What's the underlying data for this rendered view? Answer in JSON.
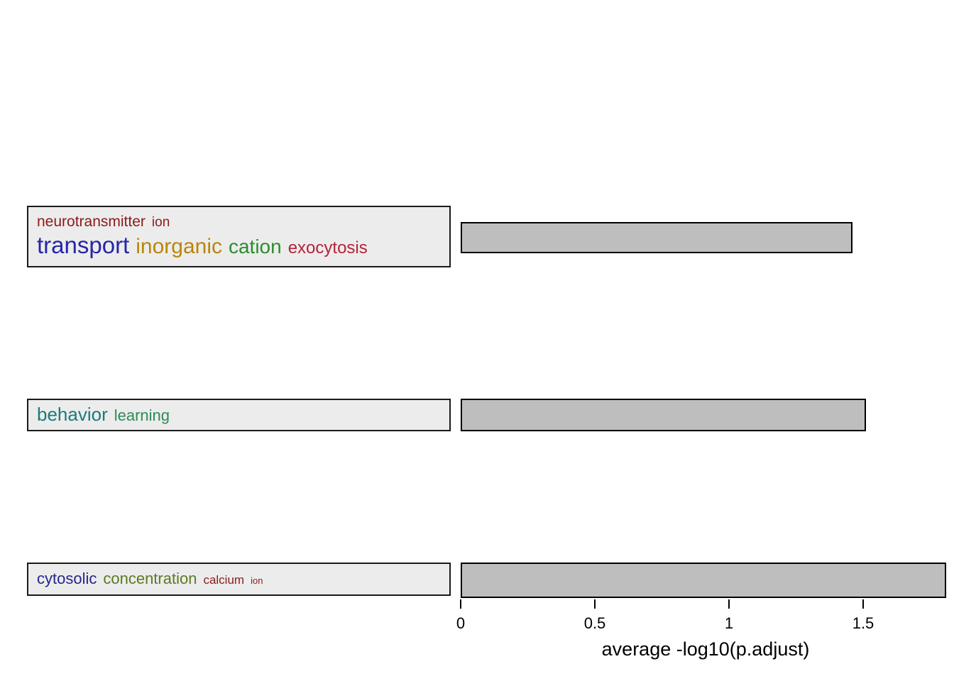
{
  "chart_data": {
    "type": "bar",
    "orientation": "horizontal",
    "title": "",
    "xlabel": "average -log10(p.adjust)",
    "ylabel": "",
    "xlim": [
      0,
      1.84
    ],
    "x_ticks": [
      "0",
      "0.5",
      "1",
      "1.5"
    ],
    "x_tick_values": [
      0,
      0.5,
      1,
      1.5
    ],
    "grid": false,
    "legend": false,
    "bar_fill": "#bebebe",
    "bar_border": "#000000",
    "box_fill": "#ececec",
    "box_border": "#1a1a1a",
    "rows": [
      {
        "label": "neurotransmitter ion transport inorganic cation exocytosis",
        "value": 1.46,
        "word_lines": [
          [
            {
              "text": "neurotransmitter",
              "color": "#8B1A1A",
              "size": 21
            },
            {
              "text": "ion",
              "color": "#8B1A1A",
              "size": 19
            }
          ],
          [
            {
              "text": "transport",
              "color": "#2626A8",
              "size": 33
            },
            {
              "text": "inorganic",
              "color": "#B8860B",
              "size": 30
            },
            {
              "text": "cation",
              "color": "#2E8B2E",
              "size": 28
            },
            {
              "text": "exocytosis",
              "color": "#B4233C",
              "size": 24
            }
          ]
        ]
      },
      {
        "label": "behavior learning",
        "value": 1.51,
        "word_lines": [
          [
            {
              "text": "behavior",
              "color": "#1B7B7B",
              "size": 26
            },
            {
              "text": "learning",
              "color": "#2E8B57",
              "size": 22
            }
          ]
        ]
      },
      {
        "label": "cytosolic concentration calcium ion",
        "value": 1.81,
        "word_lines": [
          [
            {
              "text": "cytosolic",
              "color": "#26268C",
              "size": 22
            },
            {
              "text": "concentration",
              "color": "#5C7A21",
              "size": 22
            },
            {
              "text": "calcium",
              "color": "#8B1A1A",
              "size": 17
            },
            {
              "text": "ion",
              "color": "#8B1A1A",
              "size": 13
            }
          ]
        ]
      }
    ]
  }
}
